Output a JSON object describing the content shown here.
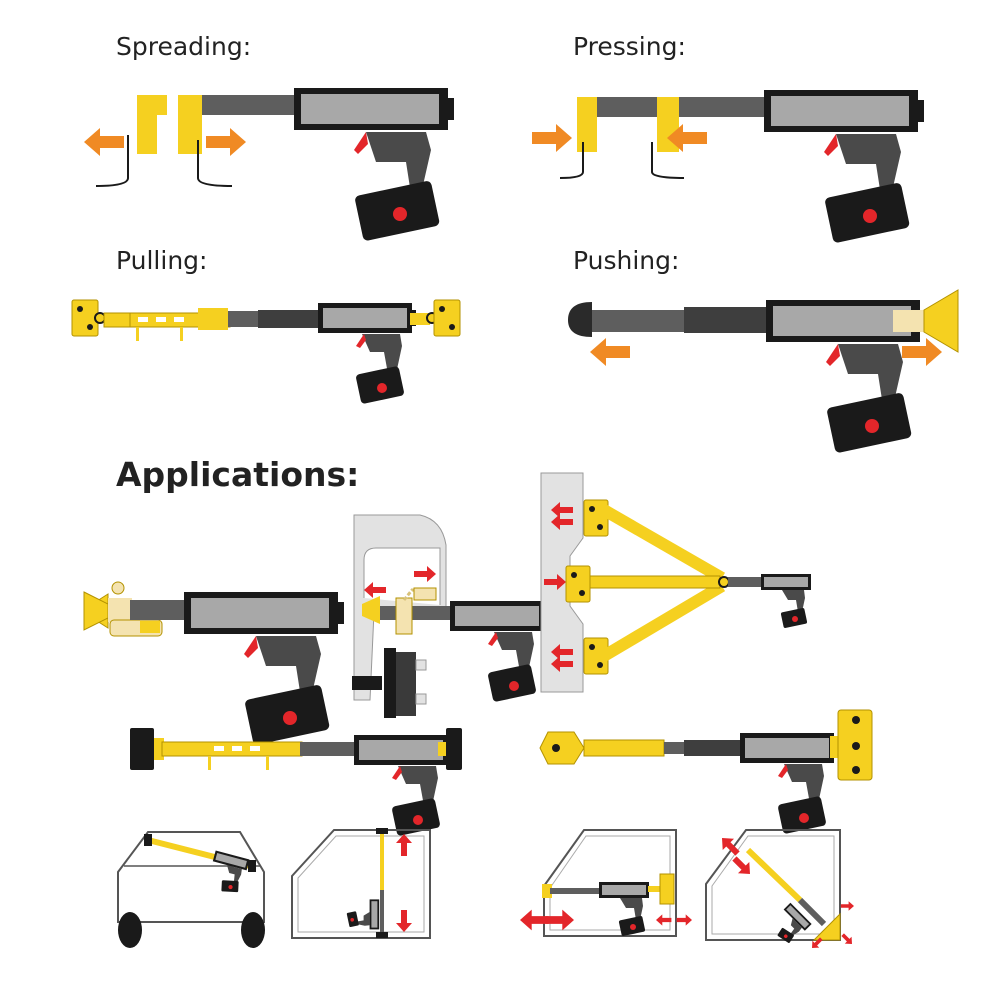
{
  "labels": {
    "spreading": "Spreading:",
    "pressing": "Pressing:",
    "pulling": "Pulling:",
    "pushing": "Pushing:"
  },
  "heading": "Applications:",
  "colors": {
    "yellow": "#f5d020",
    "orange_arrow": "#f08a24",
    "red_arrow": "#e3262a",
    "grip": "#4a4a4a",
    "housing": "#a8a8a8",
    "tube": "#5e5e5e",
    "black": "#1a1a1a",
    "cream": "#f4e3b0",
    "panel": "#e2e2e2"
  },
  "icons": [
    "tool-body",
    "spreading-jaws",
    "pressing-jaws",
    "pulling-hooks",
    "pushing-cup",
    "direction-arrow"
  ]
}
